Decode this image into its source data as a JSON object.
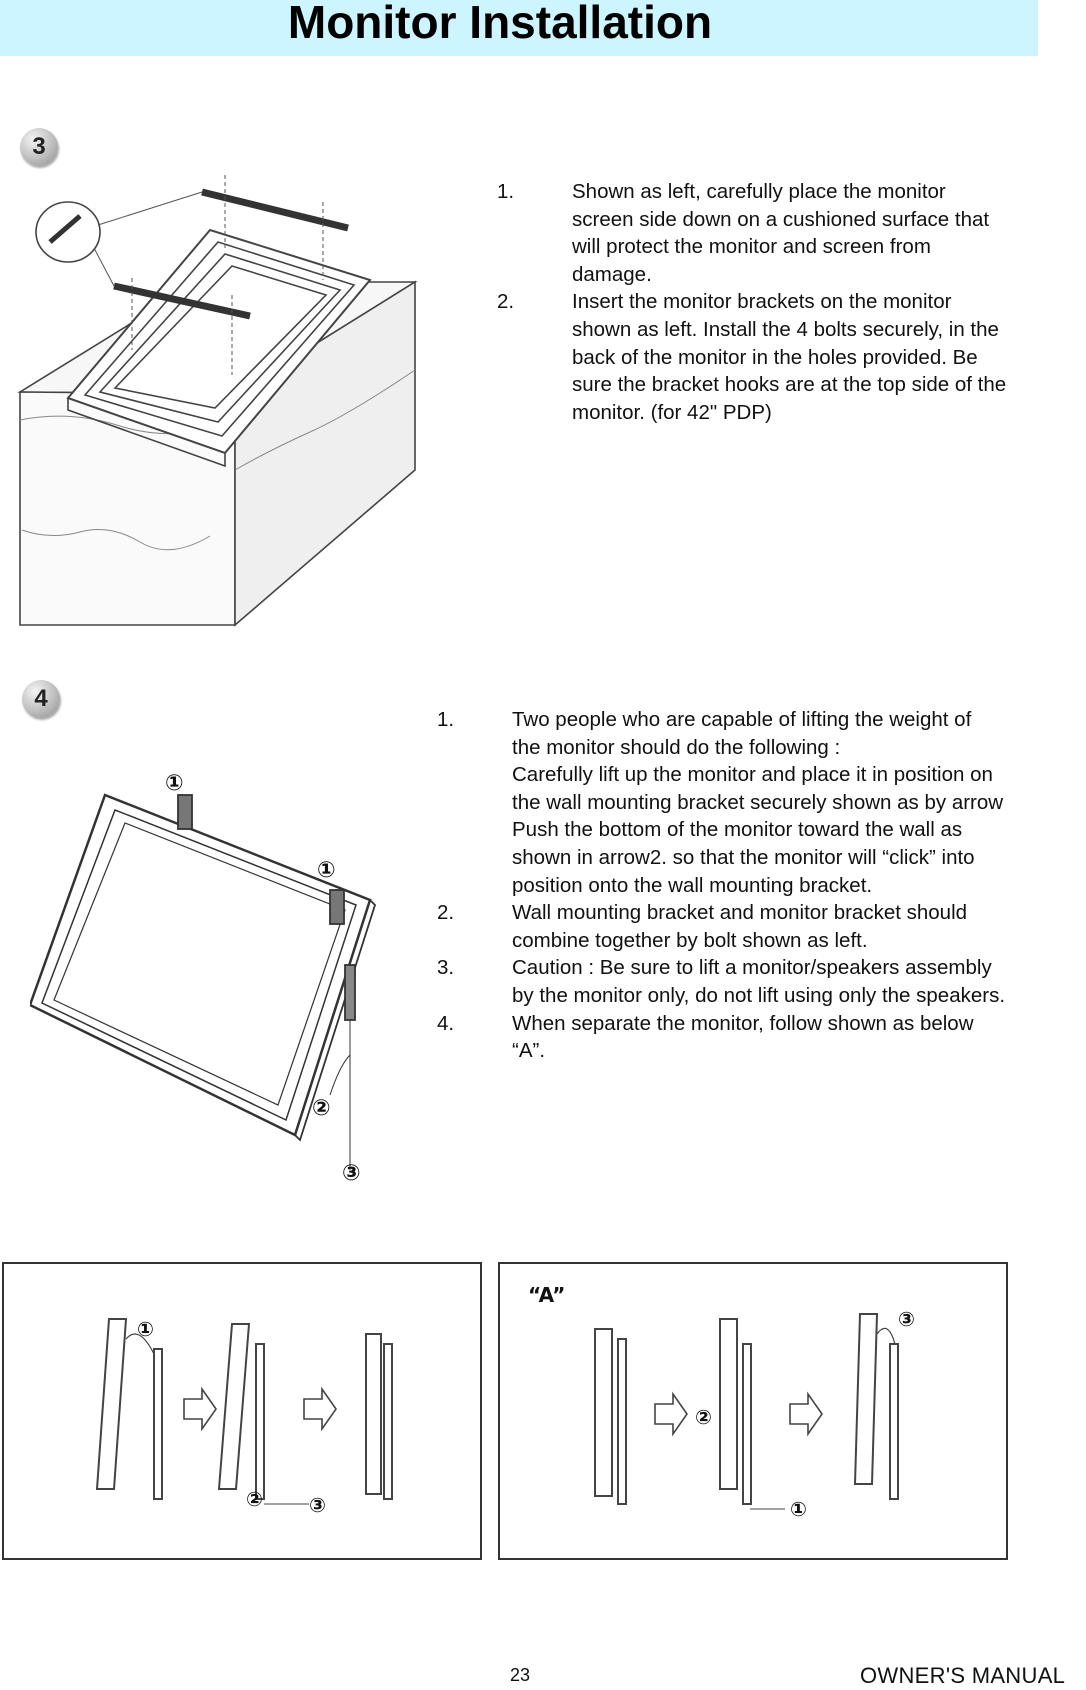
{
  "title": "Monitor Installation",
  "step3": {
    "badge": "3",
    "items": [
      {
        "num": "1.",
        "lines": [
          "Shown as left, carefully place the monitor",
          "screen side down on a cushioned surface that",
          "will protect the monitor  and screen from",
          "damage."
        ]
      },
      {
        "num": "2.",
        "lines": [
          "Insert the monitor brackets on the monitor",
          "shown as left. Install the 4 bolts securely, in the",
          "back of the monitor in the holes provided. Be",
          "sure the bracket hooks are at the top side of the",
          "monitor. (for 42\" PDP)"
        ]
      }
    ]
  },
  "step4": {
    "badge": "4",
    "callouts": [
      "①",
      "①",
      "②",
      "③"
    ],
    "items": [
      {
        "num": "1.",
        "lines": [
          "Two people who are capable of lifting the weight of",
          "the monitor should do the following :",
          "Carefully lift up the monitor and place it in position on",
          "the wall mounting bracket securely shown as by arrow",
          "Push the bottom of the monitor toward the wall as",
          "shown in arrow2. so that the monitor will “click” into",
          "position onto the wall mounting bracket."
        ]
      },
      {
        "num": "2.",
        "lines": [
          "Wall mounting bracket and monitor bracket should",
          "combine together by bolt shown as left."
        ]
      },
      {
        "num": "3.",
        "lines": [
          "Caution : Be sure to lift a monitor/speakers assembly",
          "by the monitor only, do not lift using only the speakers."
        ]
      },
      {
        "num": "4.",
        "lines": [
          "When separate the monitor, follow shown as below",
          "“A”."
        ]
      }
    ]
  },
  "panels": {
    "left_callouts": [
      "①",
      "②",
      "③"
    ],
    "right_label": "“A”",
    "right_callouts": [
      "③",
      "②",
      "①"
    ]
  },
  "footer": {
    "page_number": "23",
    "manual": "OWNER'S MANUAL"
  }
}
